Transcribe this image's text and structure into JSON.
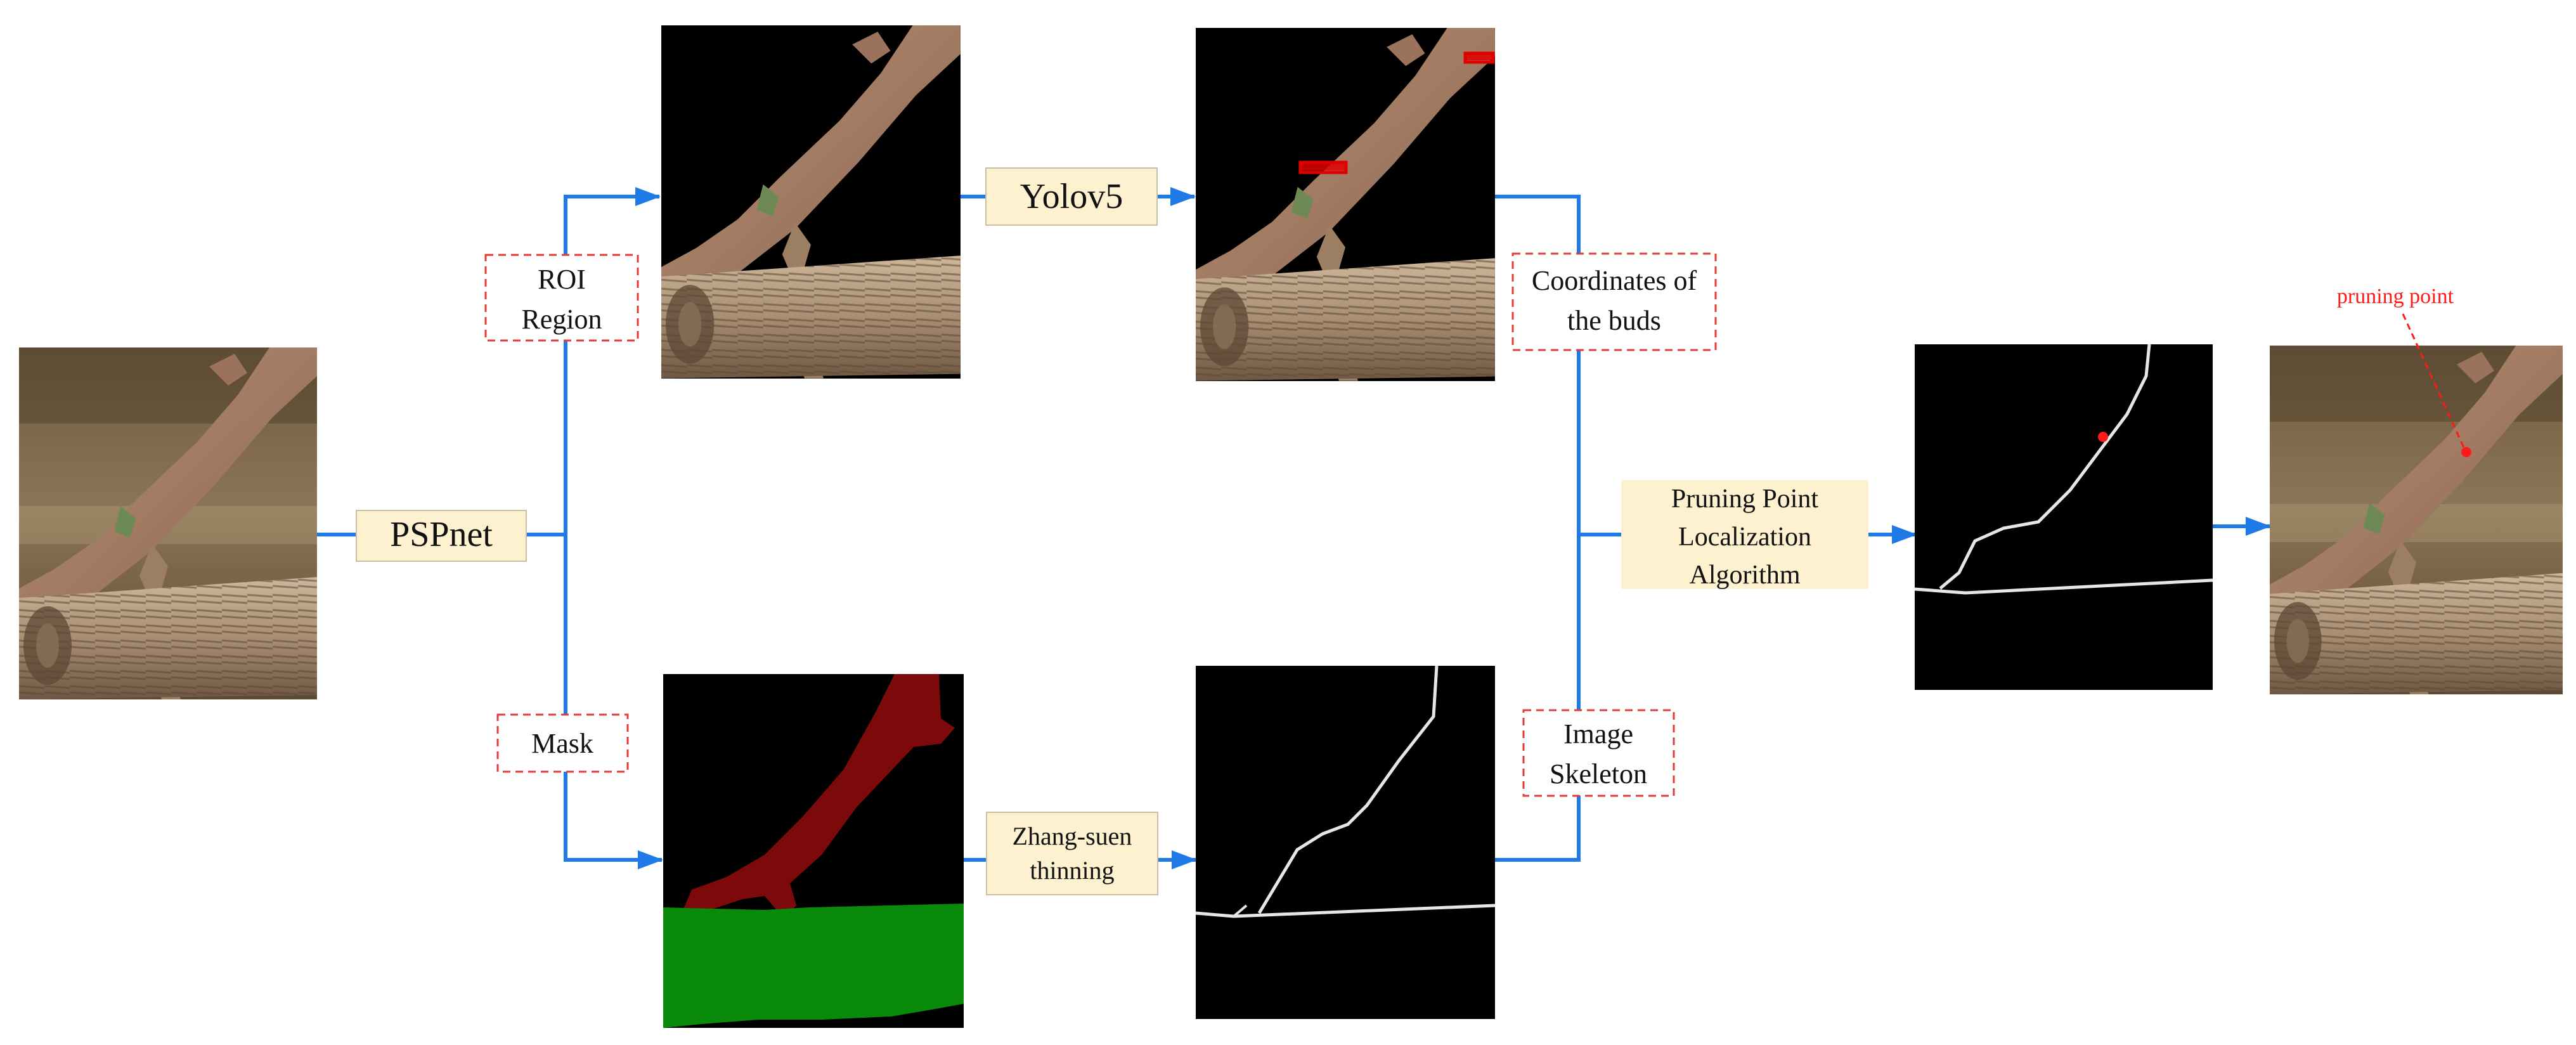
{
  "nodes": {
    "pspnet": "PSPnet",
    "yolov5": "Yolov5",
    "zhang_suen": [
      "Zhang-suen",
      "thinning"
    ],
    "algorithm": [
      "Pruning Point",
      "Localization",
      "Algorithm"
    ]
  },
  "labels": {
    "roi": [
      "ROI",
      "Region"
    ],
    "mask": "Mask",
    "buds": [
      "Coordinates of",
      "the buds"
    ],
    "skeleton": [
      "Image",
      "Skeleton"
    ],
    "pruning_point": "pruning point"
  },
  "colors": {
    "arrow": "#1e7ae6",
    "process_fill": "#fdf1cf",
    "label_border": "#e23b3b",
    "pruning_point": "#ff1a1a",
    "mask_branch": "#7d0a0a",
    "mask_trunk": "#0a8a0a",
    "skeleton_line": "#e6e6e6",
    "detection_box": "#e00000"
  }
}
